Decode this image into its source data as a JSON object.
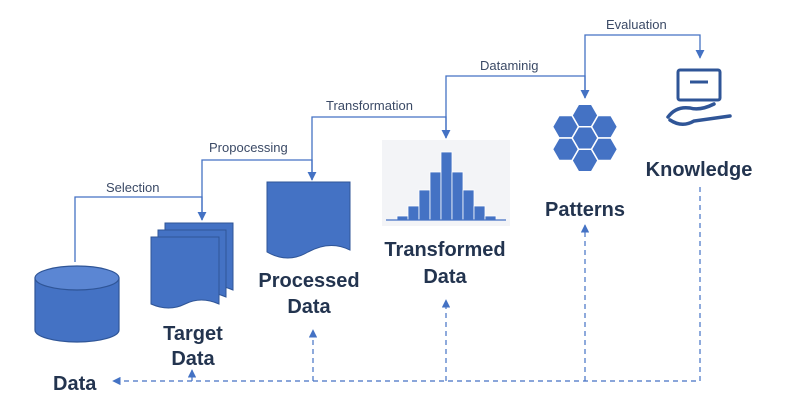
{
  "colors": {
    "accent": "#4472C4",
    "accent_dark": "#2F5597",
    "line": "#4472C4",
    "text": "#23344f",
    "step_text": "#3b4a66"
  },
  "steps": {
    "selection": "Selection",
    "preprocessing": "Propocessing",
    "transformation": "Transformation",
    "datamining": "Dataminig",
    "evaluation": "Evaluation"
  },
  "nodes": {
    "data": "Data",
    "target_line1": "Target",
    "target_line2": "Data",
    "processed_line1": "Processed",
    "processed_line2": "Data",
    "transformed_line1": "Transformed",
    "transformed_line2": "Data",
    "patterns": "Patterns",
    "knowledge": "Knowledge"
  },
  "icons": {
    "data": "database-cylinder-icon",
    "target": "stacked-documents-icon",
    "processed": "document-icon",
    "transformed": "histogram-icon",
    "patterns": "hexagon-cluster-icon",
    "knowledge": "hand-with-screen-icon"
  }
}
